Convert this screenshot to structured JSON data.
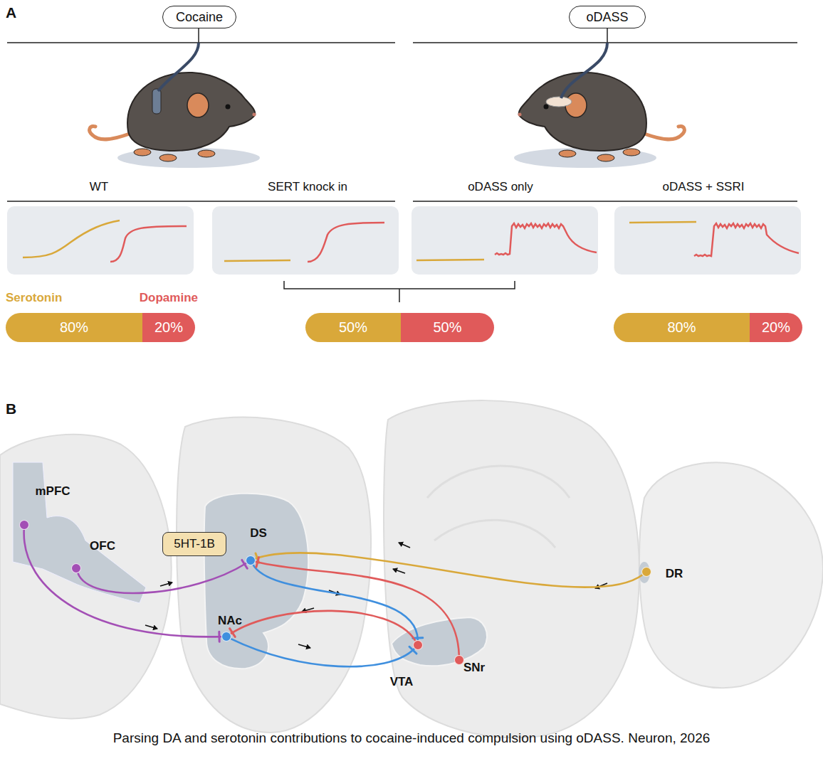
{
  "diagram": {
    "caption": "Parsing DA and serotonin contributions to cocaine-induced compulsion using oDASS. Neuron, 2026",
    "nodes": [
      {
        "text": [
          "Cocaine"
        ]
      },
      {
        "text": [
          "oDASS"
        ]
      },
      {
        "text": [
          "80%"
        ]
      },
      {
        "text": [
          "20%"
        ]
      },
      {
        "text": [
          "50%"
        ]
      },
      {
        "text": [
          "50%"
        ]
      },
      {
        "text": [
          "80%"
        ]
      },
      {
        "text": [
          "20%"
        ]
      },
      {
        "text": [
          "5HT-1B"
        ]
      },
      {
        "text": [
          "mPFC"
        ]
      },
      {
        "text": [
          "OFC"
        ]
      },
      {
        "text": [
          "DS"
        ]
      },
      {
        "text": [
          "NAc"
        ]
      },
      {
        "text": [
          "VTA"
        ]
      },
      {
        "text": [
          "SNr"
        ]
      },
      {
        "text": [
          "DR"
        ]
      }
    ],
    "edges": [
      {
        "from": 15,
        "to": 11,
        "arrow": "to"
      },
      {
        "from": 10,
        "to": 11,
        "arrow": "to"
      },
      {
        "from": 9,
        "to": 12,
        "arrow": "to"
      },
      {
        "from": 11,
        "to": 13,
        "arrow": "to"
      },
      {
        "from": 12,
        "to": 13,
        "arrow": "to"
      },
      {
        "from": 13,
        "to": 12,
        "arrow": "to"
      },
      {
        "from": 14,
        "to": 11,
        "arrow": "to"
      }
    ],
    "labels": [
      "A",
      "WT",
      "SERT knock in",
      "oDASS only",
      "oDASS + SSRI",
      "Serotonin",
      "Dopamine",
      "B"
    ]
  }
}
